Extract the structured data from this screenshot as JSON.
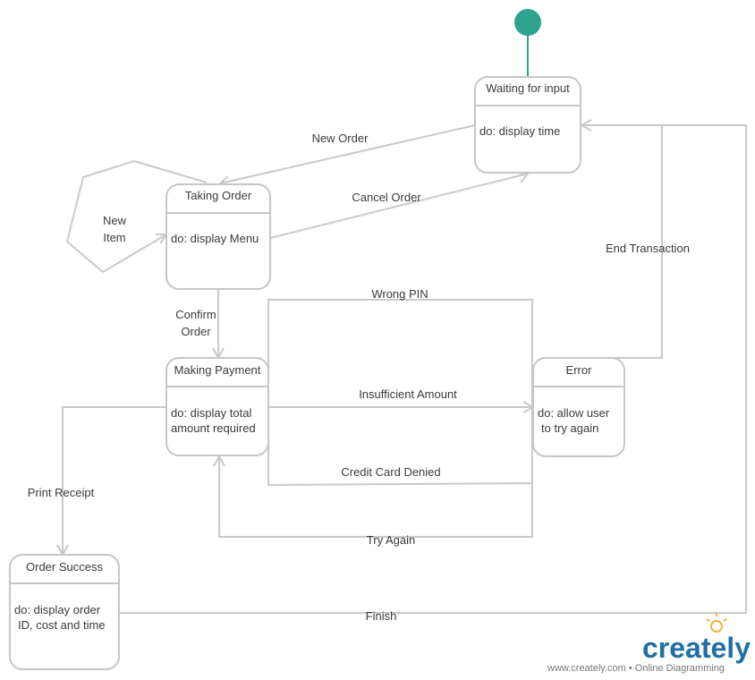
{
  "colors": {
    "start_node": "#2ea38f",
    "logo": "#1f6fa8",
    "bulb": "#f2b23c"
  },
  "states": {
    "waiting": {
      "title": "Waiting for input",
      "activity": "do: display time"
    },
    "taking": {
      "title": "Taking Order",
      "activity": "do: display Menu"
    },
    "payment": {
      "title": "Making Payment",
      "activity_line1": "do: display total",
      "activity_line2": "amount required"
    },
    "error": {
      "title": "Error",
      "activity_line1": "do: allow user",
      "activity_line2": "to try again"
    },
    "success": {
      "title": "Order Success",
      "activity_line1": "do: display order",
      "activity_line2": "ID, cost and time"
    }
  },
  "transitions": {
    "new_order": "New Order",
    "cancel_order": "Cancel Order",
    "new_item_line1": "New",
    "new_item_line2": "Item",
    "confirm_order_line1": "Confirm",
    "confirm_order_line2": "Order",
    "wrong_pin": "Wrong PIN",
    "insufficient_amount": "Insufficient Amount",
    "credit_card_denied": "Credit Card Denied",
    "try_again": "Try Again",
    "end_transaction": "End Transaction",
    "print_receipt": "Print Receipt",
    "finish": "Finish"
  },
  "branding": {
    "logo": "creately",
    "footer": "www.creately.com • Online Diagramming"
  }
}
